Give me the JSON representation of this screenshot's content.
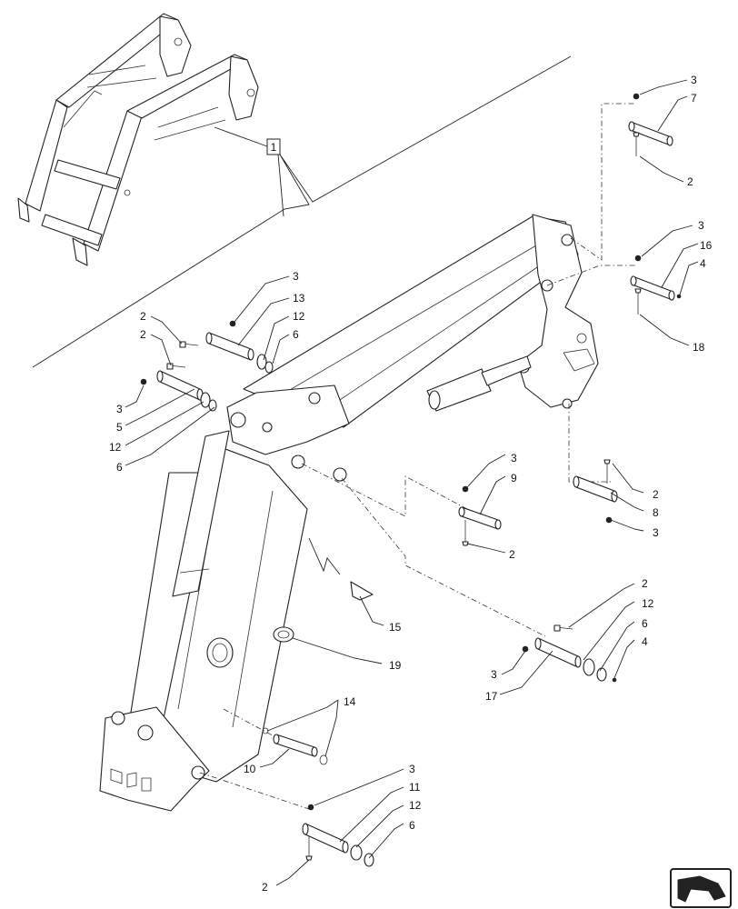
{
  "callouts": [
    "1",
    "2",
    "3",
    "4",
    "5",
    "6",
    "7",
    "8",
    "9",
    "10",
    "11",
    "12",
    "13",
    "14",
    "15",
    "16",
    "17",
    "18",
    "19"
  ],
  "nav_icon": "arrow-left-icon",
  "colors": {
    "ink": "#222222",
    "background": "#ffffff"
  }
}
